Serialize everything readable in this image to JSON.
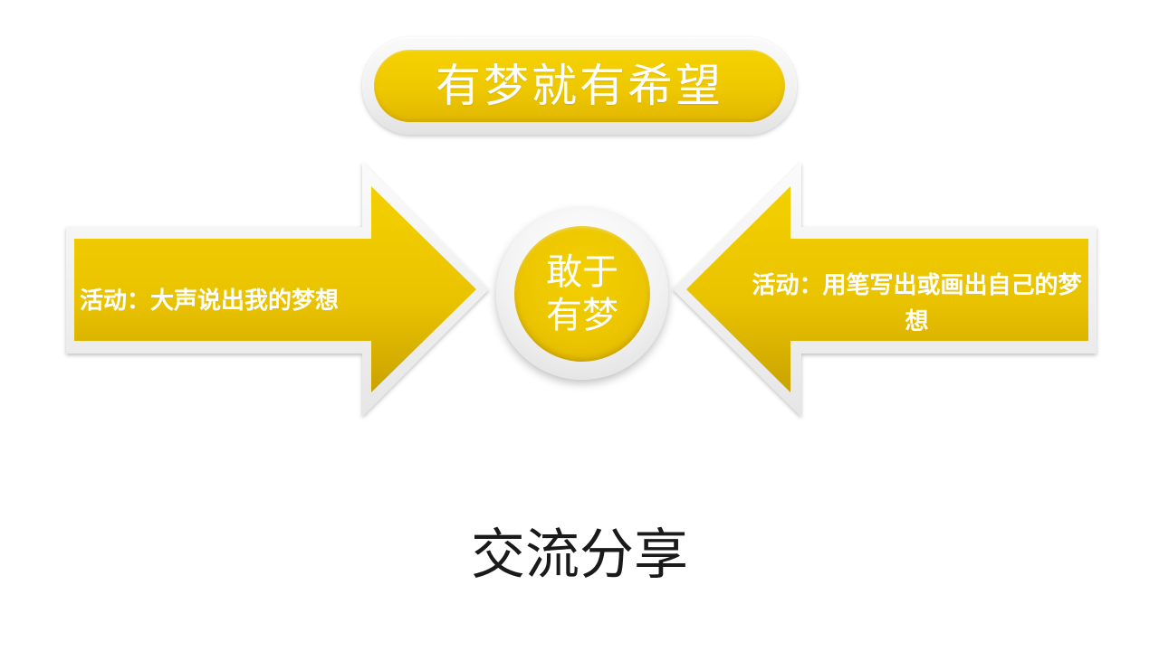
{
  "slide": {
    "title": "有梦就有希望",
    "left_arrow_text": "活动：大声说出我的梦想",
    "right_arrow_text": "活动：用笔写出或画出自己的梦想",
    "center_line1": "敢于",
    "center_line2": "有梦",
    "bottom_text": "交流分享"
  },
  "colors": {
    "accent": "#eec800",
    "accent_dark": "#c9a300",
    "text_light": "#ffffff",
    "text_dark": "#1a1a1a"
  }
}
